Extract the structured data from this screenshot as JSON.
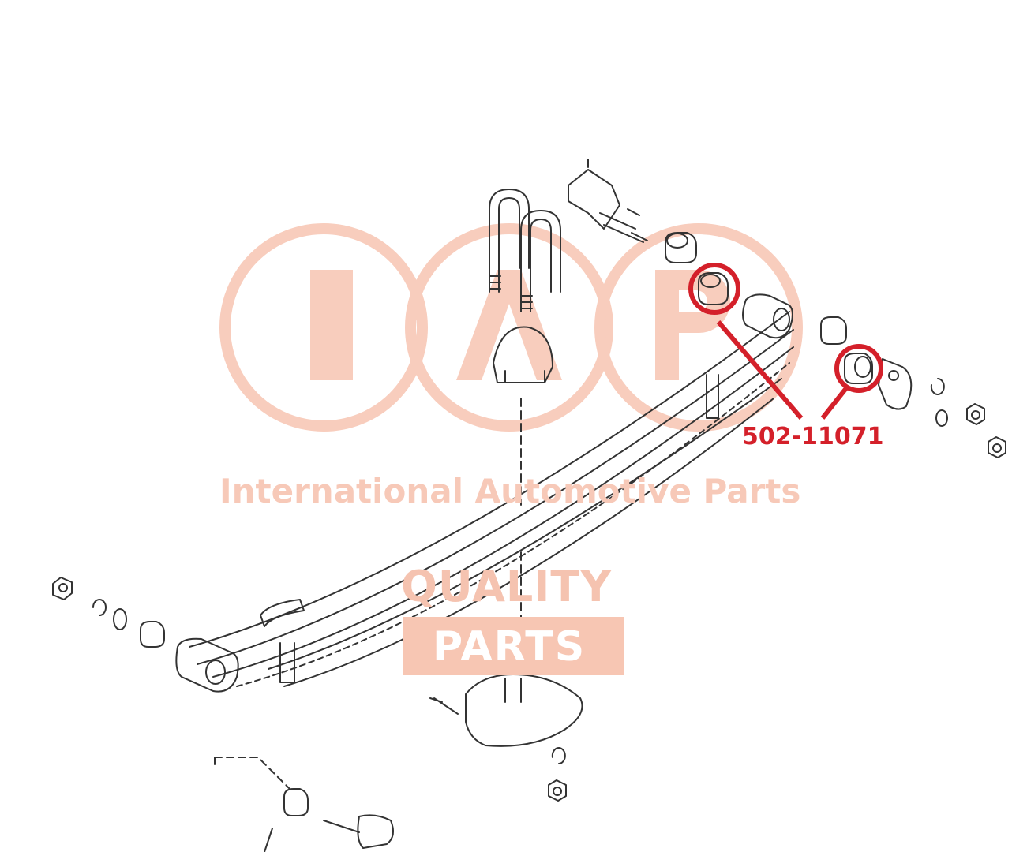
{
  "watermark": {
    "logo_letters": [
      "I",
      "A",
      "P"
    ],
    "company_name": "International Automotive Parts",
    "quality_line": "QUALITY",
    "parts_line": "PARTS",
    "color": "#f7c9b8"
  },
  "callout": {
    "part_number": "502-11071",
    "color": "#d4202a",
    "circle_count": 2
  },
  "drawing": {
    "line_color": "#333333",
    "background": "#ffffff"
  }
}
